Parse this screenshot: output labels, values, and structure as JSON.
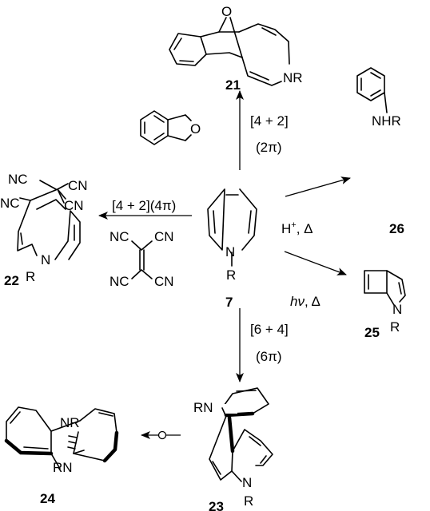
{
  "compounds": {
    "c7": {
      "number": "7",
      "atoms": {
        "N": "N",
        "R": "R"
      }
    },
    "c21": {
      "number": "21",
      "atoms": {
        "O": "O",
        "NR": "NR"
      }
    },
    "c22": {
      "number": "22",
      "atoms": {
        "N": "N",
        "R": "R",
        "cn": [
          "NC",
          "CN",
          "NC",
          "CN"
        ]
      }
    },
    "c23": {
      "number": "23",
      "atoms": {
        "RN": "RN",
        "N": "N",
        "R": "R"
      }
    },
    "c24": {
      "number": "24",
      "atoms": {
        "NR": "NR",
        "RN": "RN"
      }
    },
    "c25": {
      "number": "25",
      "atoms": {
        "N": "N",
        "R": "R"
      }
    },
    "c26": {
      "number": "26",
      "atoms": {
        "NHR": "NHR"
      }
    }
  },
  "reagents": {
    "isobenzofuran": {
      "O": "O"
    },
    "tcne": {
      "cn": [
        "NC",
        "CN",
        "NC",
        "CN"
      ]
    }
  },
  "conditions": {
    "to21": {
      "line1": "[4 + 2]",
      "line2": "(2π)"
    },
    "to22": {
      "line1": "[4 + 2](4π)"
    },
    "to23": {
      "line1": "[6 + 4]",
      "line2": "(6π)"
    },
    "to25": {
      "hv": "hν",
      "delta": ", Δ"
    },
    "to26": {
      "h": "H",
      "plus": "+",
      "delta": ", Δ"
    }
  }
}
